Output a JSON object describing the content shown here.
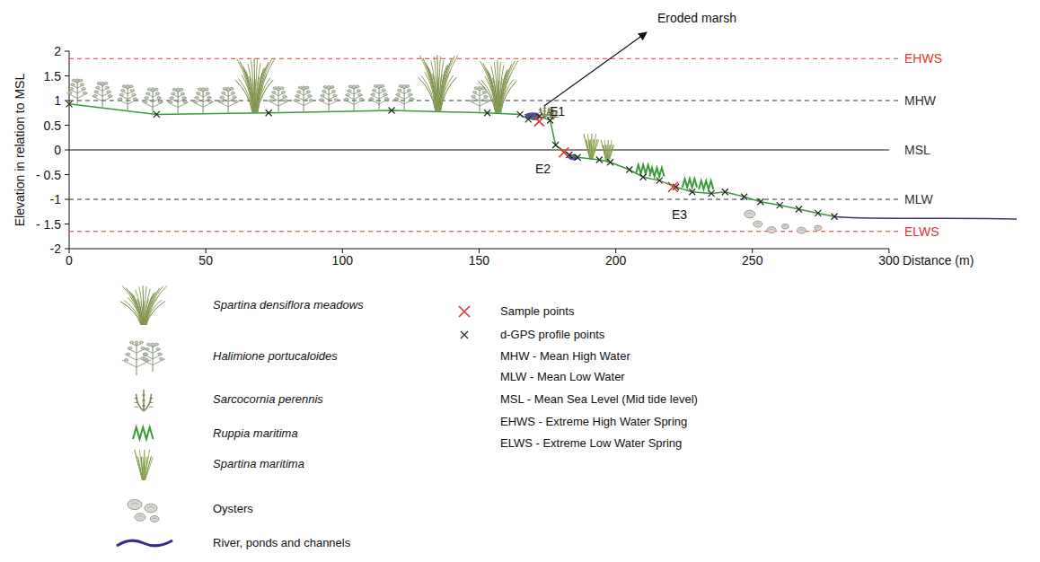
{
  "diagram": {
    "labels": [
      "Eroded marsh",
      "EHWS",
      "MHW",
      "MSL",
      "MLW",
      "ELWS",
      "E1",
      "E2",
      "E3",
      "2",
      "1.5",
      "1",
      "0.5",
      "0",
      "- 0.5",
      "-1",
      "- 1.5",
      "-2",
      "0",
      "50",
      "100",
      "150",
      "200",
      "250",
      "300",
      "Distance (m)",
      "Elevation in relation to MSL"
    ],
    "legend": [
      {
        "text": "Spartina densiflora meadows"
      },
      {
        "text": "Halimione portucaloides"
      },
      {
        "text": "Sarcocornia perennis"
      },
      {
        "text": "Ruppia maritima"
      },
      {
        "text": "Spartina maritima"
      },
      {
        "text": "Oysters"
      },
      {
        "text": "River, ponds and channels"
      },
      {
        "text": "Sample points"
      },
      {
        "text": "d-GPS profile points"
      },
      {
        "text": "MHW - Mean High Water"
      },
      {
        "text": "MLW - Mean Low Water"
      },
      {
        "text": "MSL - Mean Sea Level (Mid tide level)"
      },
      {
        "text": "EHWS - Extreme High Water Spring"
      },
      {
        "text": "ELWS - Extreme Low Water Spring"
      }
    ]
  }
}
